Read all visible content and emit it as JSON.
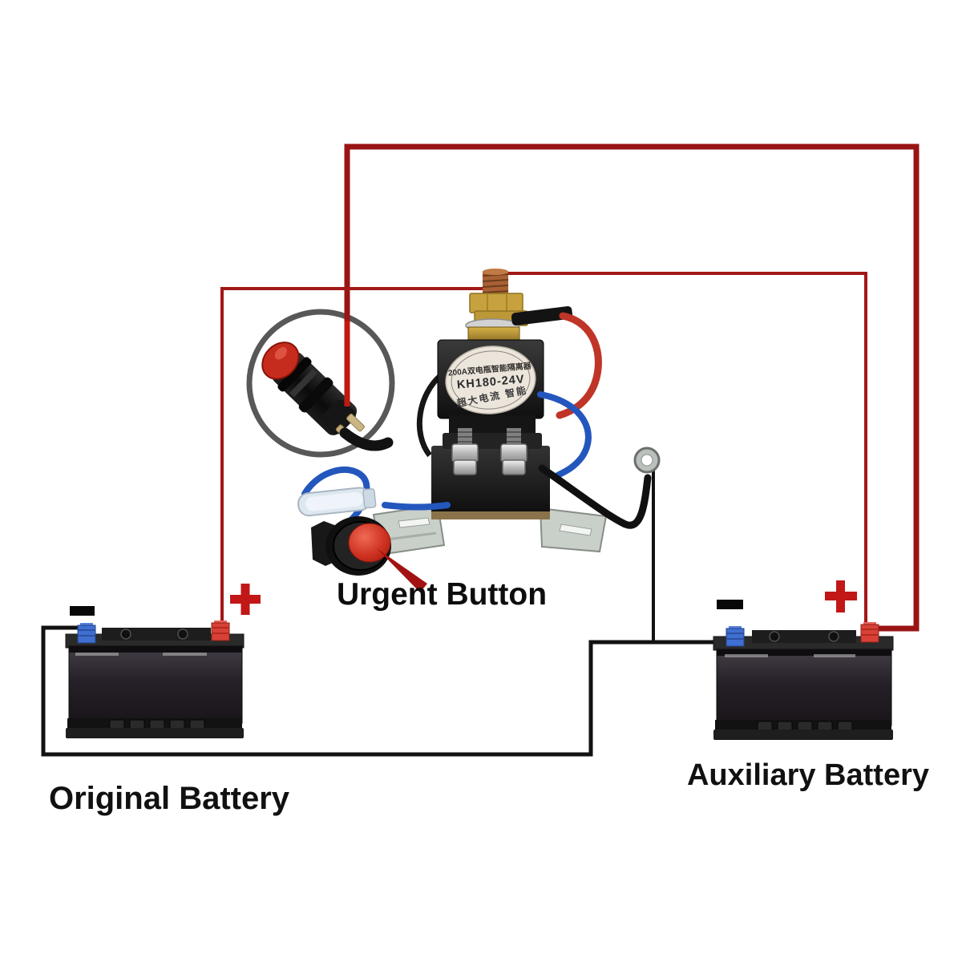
{
  "relay": {
    "label_line1": "200A双电瓶智能隔离器",
    "label_line2": "KH180-24V",
    "label_line3": "超大电流 智能"
  },
  "annotations": {
    "urgent_button_label": "Urgent Button",
    "original_battery_label": "Original Battery",
    "auxiliary_battery_label": "Auxiliary Battery"
  },
  "symbols": {
    "positive": "+",
    "negative": "−"
  },
  "colors": {
    "positive_wire_thick": "#991414",
    "positive_wire_thin": "#a31717",
    "positive_wire_bright": "#c0190f",
    "ground_wire": "#121212",
    "positive_terminal": "#d84136",
    "negative_terminal": "#3f6fd0",
    "plus_icon": "#c21717",
    "minus_icon": "#080808",
    "urgent_button_cap": "#c62c1d",
    "callout_ring": "#585858",
    "relay_body": "#1c1c1c",
    "relay_label_background": "#ebe5dc",
    "bracket_metal": "#c9cfc9"
  }
}
